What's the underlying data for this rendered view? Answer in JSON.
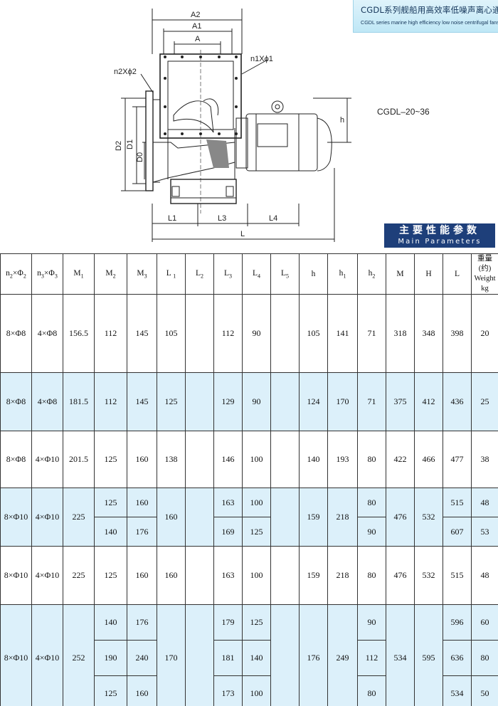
{
  "header": {
    "title_cn": "CGDL系列舰船用高效率低噪声离心通机",
    "title_en": "CGDL series marine high efficiency low noise centrifugal fans"
  },
  "drawing": {
    "dim_labels": [
      "A2",
      "A1",
      "A",
      "n1Xϕ1",
      "n2Xϕ2",
      "D2",
      "D1",
      "D0",
      "h",
      "L1",
      "L3",
      "L4",
      "L"
    ]
  },
  "model_label": "CGDL–20~36",
  "banner": {
    "cn": "主要性能参数",
    "en": "Main Parameters"
  },
  "table": {
    "headers": [
      {
        "base": "n",
        "sub": "2",
        "suffix": "×Φ",
        "sub2": "2"
      },
      {
        "base": "n",
        "sub": "3",
        "suffix": "×Φ",
        "sub2": "3"
      },
      {
        "base": "M",
        "sub": "1"
      },
      {
        "base": "M",
        "sub": "2"
      },
      {
        "base": "M",
        "sub": "3"
      },
      {
        "base": "L ",
        "sub": "1"
      },
      {
        "base": "L",
        "sub": "2"
      },
      {
        "base": "L",
        "sub": "3"
      },
      {
        "base": "L",
        "sub": "4"
      },
      {
        "base": "L",
        "sub": "5"
      },
      {
        "base": "h",
        "sub": ""
      },
      {
        "base": "h",
        "sub": "1"
      },
      {
        "base": "h",
        "sub": "2"
      },
      {
        "base": "M",
        "sub": ""
      },
      {
        "base": "H",
        "sub": ""
      },
      {
        "base": "L",
        "sub": ""
      }
    ],
    "weight_header": [
      "重量(约)",
      "Weight",
      "kg"
    ],
    "groups": [
      {
        "band": "white",
        "rows": [
          [
            "8×Φ8",
            "4×Φ8",
            "156.5",
            "112",
            "145",
            "105",
            "",
            "112",
            "90",
            "",
            "105",
            "141",
            "71",
            "318",
            "348",
            "398",
            "20"
          ]
        ]
      },
      {
        "band": "blue",
        "rows": [
          [
            "8×Φ8",
            "4×Φ8",
            "181.5",
            "112",
            "145",
            "125",
            "",
            "129",
            "90",
            "",
            "124",
            "170",
            "71",
            "375",
            "412",
            "436",
            "25"
          ]
        ]
      },
      {
        "band": "white",
        "rows": [
          [
            "8×Φ8",
            "4×Φ10",
            "201.5",
            "125",
            "160",
            "138",
            "",
            "146",
            "100",
            "",
            "140",
            "193",
            "80",
            "422",
            "466",
            "477",
            "38"
          ]
        ]
      },
      {
        "band": "blue",
        "rows": [
          [
            "8×Φ10",
            "4×Φ10",
            "225",
            "125",
            "160",
            "160",
            "",
            "163",
            "100",
            "",
            "159",
            "218",
            "80",
            "476",
            "532",
            "515",
            "48"
          ],
          [
            "",
            "",
            "",
            "140",
            "176",
            "",
            "",
            "169",
            "125",
            "",
            "",
            "",
            "90",
            "",
            "",
            "607",
            "53"
          ]
        ]
      },
      {
        "band": "white",
        "rows": [
          [
            "8×Φ10",
            "4×Φ10",
            "225",
            "125",
            "160",
            "160",
            "",
            "163",
            "100",
            "",
            "159",
            "218",
            "80",
            "476",
            "532",
            "515",
            "48"
          ]
        ]
      },
      {
        "band": "blue",
        "rows": [
          [
            "8×Φ10",
            "4×Φ10",
            "252",
            "140",
            "176",
            "170",
            "",
            "179",
            "125",
            "",
            "176",
            "249",
            "90",
            "534",
            "595",
            "596",
            "60"
          ],
          [
            "",
            "",
            "",
            "190",
            "240",
            "",
            "",
            "181",
            "140",
            "",
            "",
            "",
            "112",
            "",
            "",
            "636",
            "80"
          ],
          [
            "",
            "",
            "",
            "125",
            "160",
            "",
            "",
            "173",
            "100",
            "",
            "",
            "",
            "80",
            "",
            "",
            "534",
            "50"
          ]
        ]
      }
    ]
  }
}
